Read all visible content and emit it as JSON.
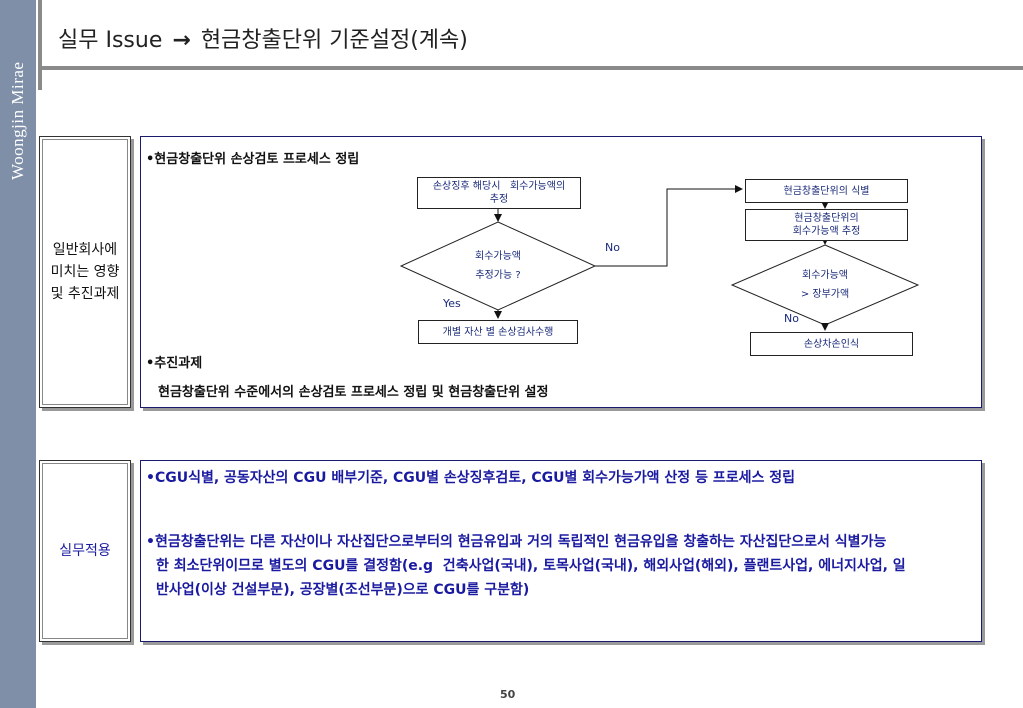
{
  "sidebar": {
    "brand": "Woongjin Mirae"
  },
  "header": {
    "title_left": "실무 Issue",
    "arrow": "→",
    "title_right": "현금창출단위 기준설정(계속)"
  },
  "section1": {
    "label": [
      "일반회사에",
      "미치는 영향",
      "및 추진과제"
    ],
    "heading1": "•현금창출단위 손상검토 프로세스 정립",
    "flowchart": {
      "box_estimate": [
        "손상징후 해당시   회수가능액의",
        "추정"
      ],
      "diamond1": [
        "회수가능액",
        "추정가능 ?"
      ],
      "yes": "Yes",
      "no1": "No",
      "box_individual": "개별 자산 별 손상검사수행",
      "box_identify": "현금창출단위의 식별",
      "box_cgu_estimate": [
        "현금창출단위의",
        "회수가능액 추정"
      ],
      "diamond2": [
        "회수가능액",
        "> 장부가액"
      ],
      "no2": "No",
      "box_loss": "손상차손인식"
    },
    "heading2": "•추진과제",
    "task": "현금창출단위 수준에서의 손상검토 프로세스 정립 및 현금창출단위 설정"
  },
  "section2": {
    "label": "실무적용",
    "bullet1": "•CGU식별, 공동자산의 CGU 배부기준, CGU별 손상징후검토, CGU별 회수가능가액 산정 등 프로세스 정립",
    "bullet2": [
      "•현금창출단위는 다른 자산이나 자산집단으로부터의 현금유입과 거의 독립적인 현금유입을 창출하는 자산집단으로서 식별가능",
      "한 최소단위이므로 별도의 CGU를 결정함(e.g  건축사업(국내), 토목사업(국내), 해외사업(해외), 플랜트사업, 에너지사업, 일",
      "반사업(이상 건설부문), 공장별(조선부문)으로 CGU를 구분함)"
    ]
  },
  "page_number": "50"
}
